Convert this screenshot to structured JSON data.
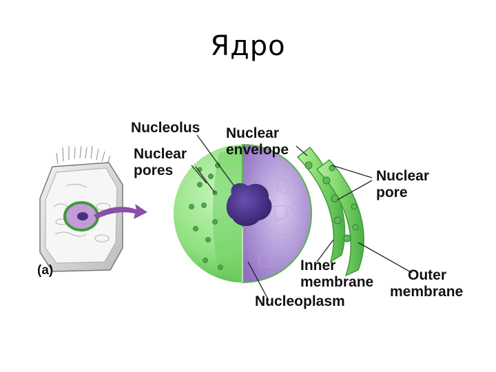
{
  "slide": {
    "title": "Ядро"
  },
  "figure": {
    "panel_label": "(a)",
    "labels": {
      "nucleolus": "Nucleolus",
      "nuclear_envelope_1": "Nuclear",
      "nuclear_envelope_2": "envelope",
      "nuclear_pores_1": "Nuclear",
      "nuclear_pores_2": "pores",
      "nuclear_pore_1": "Nuclear",
      "nuclear_pore_2": "pore",
      "inner_membrane_1": "Inner",
      "inner_membrane_2": "membrane",
      "outer_membrane_1": "Outer",
      "outer_membrane_2": "membrane",
      "nucleoplasm": "Nucleoplasm"
    },
    "colors": {
      "envelope_green": "#8fe07f",
      "envelope_dark": "#4fb34a",
      "nucleoplasm_purple": "#9b7fc8",
      "nucleolus_dark": "#3c2a7a",
      "arrow_purple": "#8a4fa8",
      "cell_gray": "#d9d9d9"
    }
  }
}
